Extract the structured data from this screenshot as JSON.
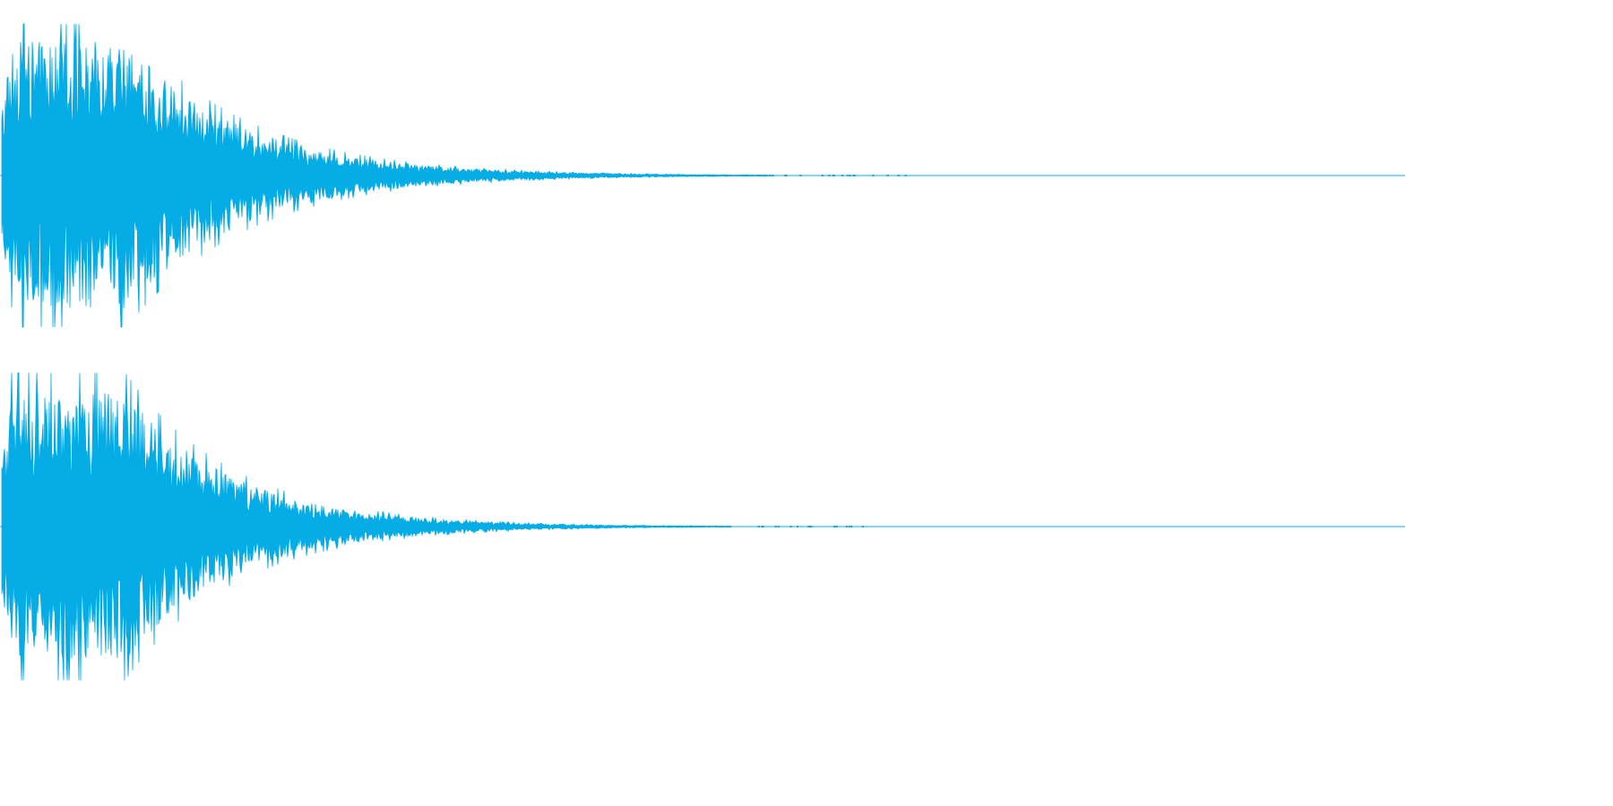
{
  "waveform": {
    "color": "#05ace6",
    "background": "#ffffff",
    "channels": [
      {
        "channel": "left",
        "peak": 0.93,
        "decay_end": 0.56,
        "tail_end": 0.72
      },
      {
        "channel": "right",
        "peak": 0.96,
        "decay_end": 0.53,
        "tail_end": 0.68
      }
    ]
  }
}
